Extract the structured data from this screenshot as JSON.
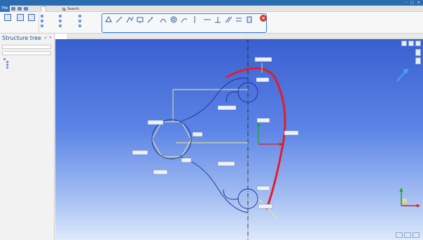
{
  "window": {
    "title": "",
    "controls": [
      "–",
      "□",
      "×"
    ]
  },
  "menu": {
    "file_label": "File",
    "tabs": [
      "",
      ""
    ],
    "search_label": "Search",
    "right_items": [
      "",
      "",
      "",
      ""
    ]
  },
  "ribbon": {
    "big_buttons": [
      "",
      "",
      ""
    ],
    "small_buttons": [
      "",
      "",
      "",
      "",
      "",
      "",
      "",
      "",
      ""
    ],
    "group_labels": [
      "",
      "",
      ""
    ],
    "sketch_tools": [
      "",
      "",
      "",
      "",
      "",
      "",
      "",
      "",
      "",
      "",
      "",
      "",
      "",
      ""
    ],
    "sketch_group_labels": [
      "",
      ""
    ],
    "close_label": ""
  },
  "structure_tree": {
    "title": "Structure tree",
    "filter_value": "",
    "search_placeholder": "",
    "items": [
      "",
      "",
      "",
      ""
    ]
  },
  "document_tab": "",
  "viewport": {
    "dimension_value": "",
    "colors": {
      "sketch_lines": "#f2f27a",
      "highlight_arc": "#e01f2a",
      "construction_circle": "#1b2f9a",
      "axis_x": "#d62020",
      "axis_y": "#1fa31f",
      "axis_z": "#1a44c8",
      "centerline": "#1a1a1a"
    }
  }
}
